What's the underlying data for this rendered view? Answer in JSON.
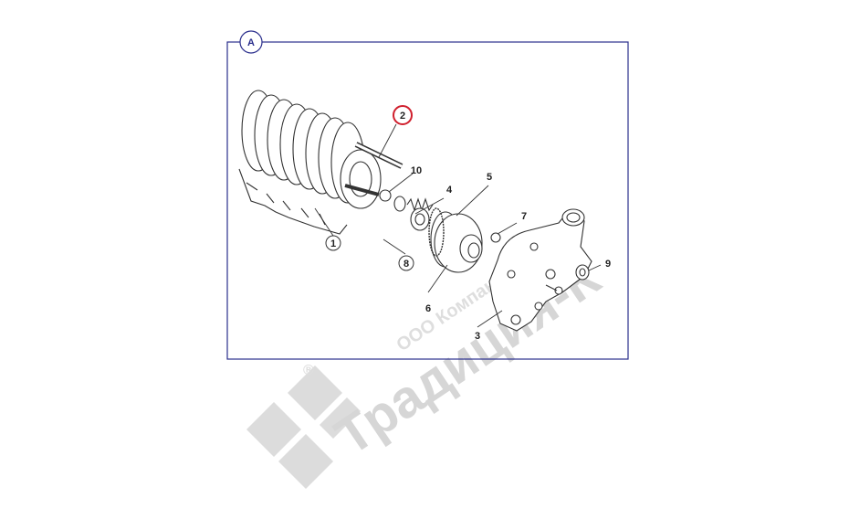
{
  "frame": {
    "label": "A"
  },
  "callouts": {
    "c1": "1",
    "c2": "2",
    "c3": "3",
    "c4": "4",
    "c5": "5",
    "c6": "6",
    "c7": "7",
    "c8": "8",
    "c9": "9",
    "c10": "10"
  },
  "highlight_color": "#d0202e",
  "frame_color": "#2a2e8c",
  "watermark": {
    "brand": "Традиция-К",
    "company": "ООО Компания",
    "registered": "®"
  }
}
